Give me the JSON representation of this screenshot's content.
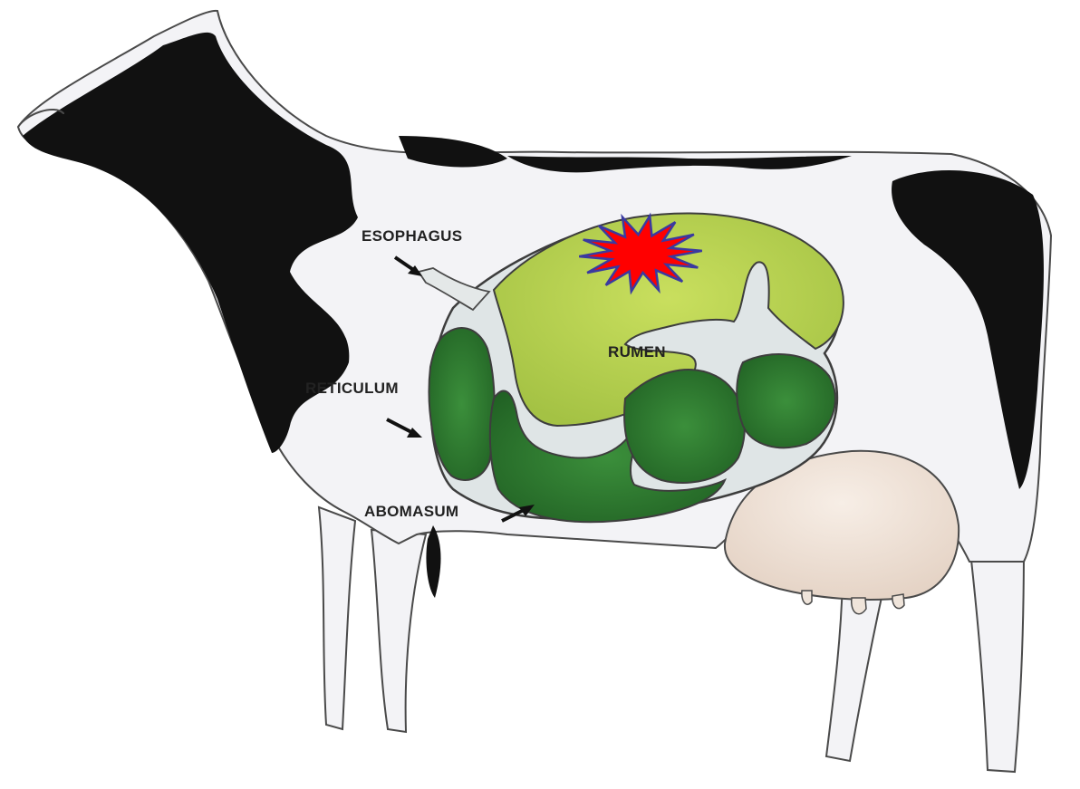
{
  "diagram": {
    "labels": {
      "esophagus": "ESOPHAGUS",
      "reticulum": "RETICULUM",
      "rumen": "RUMEN",
      "abomasum": "ABOMASUM"
    },
    "highlight_marker": {
      "shape": "starburst",
      "fill": "#ff0000",
      "stroke": "#3a3aa0"
    },
    "colors": {
      "rumen": "#b5cf4e",
      "reticulum": "#2f7d2f",
      "abomasum": "#2c7a2c",
      "omasum": "#2f7e30",
      "cow_white": "#f3f3f6",
      "cow_black": "#111111",
      "udder": "#efe4da"
    }
  }
}
